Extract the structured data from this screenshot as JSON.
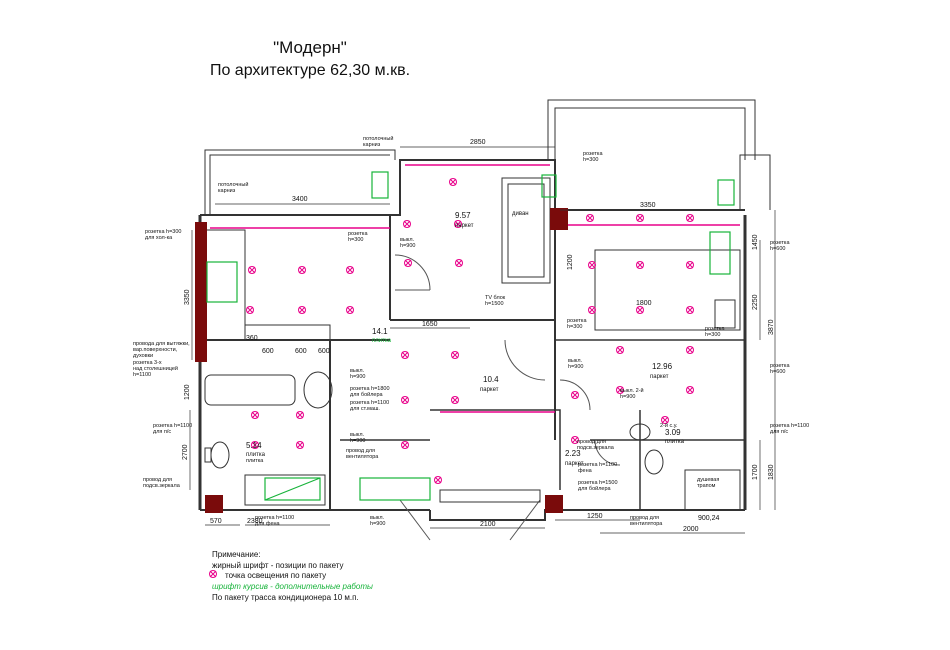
{
  "title": {
    "line1": "\"Модерн\"",
    "line2": "По архитектуре 62,30 м.кв."
  },
  "colors": {
    "wall": "#333333",
    "accent": "#e8008a",
    "green": "#17b33a",
    "column": "#7a0b0b",
    "fixture": "#222222"
  },
  "rooms": [
    {
      "id": "room-9-57",
      "area": "9.57",
      "floor": "паркет"
    },
    {
      "id": "room-14-1",
      "area": "14.1",
      "floor": "плитка"
    },
    {
      "id": "room-10-4",
      "area": "10.4",
      "floor": "паркет"
    },
    {
      "id": "room-12-96",
      "area": "12.96",
      "floor": "паркет"
    },
    {
      "id": "room-5-14",
      "area": "5.14",
      "floor": "плитка"
    },
    {
      "id": "room-2-23",
      "area": "2.23",
      "floor": "паркет"
    },
    {
      "id": "room-3-09",
      "area": "3.09",
      "floor": "плитка"
    }
  ],
  "dimensions": {
    "d2850": "2850",
    "d3400": "3400",
    "d3350": "3350",
    "d3350v": "3350",
    "d1650": "1650",
    "d2100": "2100",
    "d2000": "2000",
    "d1250": "1250",
    "d2380": "2380",
    "d570": "570",
    "d900_24": "900,24",
    "d1200": "1200",
    "d2700": "2700",
    "d1200b": "1200",
    "d3870": "3870",
    "d2250": "2250",
    "d1450": "1450",
    "d1700": "1700",
    "d1830": "1830",
    "d1800": "1800",
    "d600a": "600",
    "d600b": "600",
    "d600c": "600",
    "d360": "360"
  },
  "annotations": {
    "a_ceiling1": "потолочный",
    "a_ceiling1b": "карниз",
    "a_ceiling2": "потолочный",
    "a_ceiling2b": "карниз",
    "a_sock300_1": "розетка",
    "a_sock300_1b": "h=300",
    "a_switch900_1": "выкл.",
    "a_switch900_1b": "h=900",
    "a_divan": "диван",
    "a_tv": "TV блок",
    "a_tvb": "h=1500",
    "a_sock300_2": "розетка",
    "a_sock300_2b": "h=300",
    "a_sock300_3": "розетка",
    "a_sock300_3b": "h=300",
    "a_sock600_1": "розетка",
    "a_sock600_1b": "h=600",
    "a_sock600_2": "розетка",
    "a_sock600_2b": "h=600",
    "a_sock300_4": "розетка",
    "a_sock300_4b": "h=300",
    "a_switch900_2": "выкл.",
    "a_switch900_2b": "h=900",
    "a_switch2": "выкл. 2-й",
    "a_switch2b": "h=900",
    "a_wc2": "2-й с.у.",
    "a_hood": "розетка h=300",
    "a_hoodb": "для хол-ка",
    "a_hood2": "провода для вытяжки,",
    "a_hood2b": "вар.поверхности,",
    "a_hood2c": "духовки",
    "a_sock3": "розетка 3-х",
    "a_sock3b": "над столешницей",
    "a_sock3c": "h=1100",
    "a_switch900_3": "выкл.",
    "a_switch900_3b": "h=900",
    "a_boiler": "розетка h=1800",
    "a_boilerb": "для бойлера",
    "a_wash": "розетка h=1100",
    "a_washb": "для ст.маш.",
    "a_switch900_4": "выкл.",
    "a_switch900_4b": "h=900",
    "a_vent": "провод для",
    "a_ventb": "вентилятора",
    "a_mirror": "провод для",
    "a_mirrorb": "подсв.зеркала",
    "a_ps1": "розетка h=1100",
    "a_ps1b": "для п/с",
    "a_fen": "розетка h=1100",
    "a_fenb": "для фена",
    "a_switch900_5": "выкл.",
    "a_switch900_5b": "h=900",
    "a_mirror2": "провод для",
    "a_mirror2b": "подсв.зеркала",
    "a_fen2": "розетка h=1100",
    "a_fen2b": "фена",
    "a_boiler2": "розетка h=1500",
    "a_boiler2b": "для бойлера",
    "a_vent2": "провод для",
    "a_vent2b": "вентилятора",
    "a_ps2": "розетка h=1100",
    "a_ps2b": "для п/с",
    "a_shower": "душевая",
    "a_showerb": "трапом",
    "a_tile": "плитка"
  },
  "legend": {
    "note": "Примечание:",
    "bold": "жирный шрифт - позиции по пакету",
    "light": "точка освещения по пакету",
    "green": "шрифт курсив - дополнительные работы",
    "ac": "По пакету трасса кондиционера 10 м.п."
  },
  "icons": {
    "light_point": "light-point-icon"
  }
}
